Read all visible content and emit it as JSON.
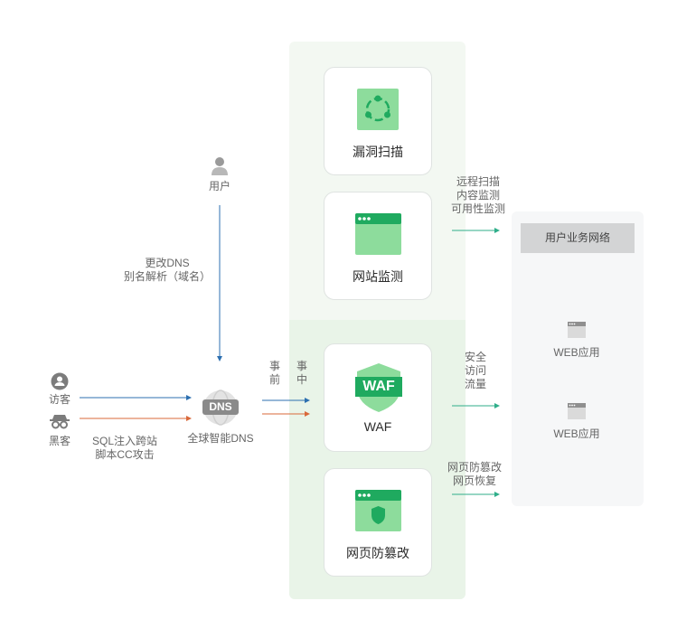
{
  "user": {
    "label": "用户"
  },
  "dns_change": {
    "line1": "更改DNS",
    "line2": "别名解析（域名）"
  },
  "visitor": {
    "label": "访客"
  },
  "hacker": {
    "label": "黑客"
  },
  "attack": {
    "line1": "SQL注入跨站",
    "line2": "脚本CC攻击"
  },
  "dns": {
    "badge": "DNS",
    "label": "全球智能DNS"
  },
  "phase": {
    "before": [
      "事",
      "前"
    ],
    "during": [
      "事",
      "中"
    ]
  },
  "cards": {
    "vuln_scan": "漏洞扫描",
    "site_monitor": "网站监测",
    "waf_badge": "WAF",
    "waf": "WAF",
    "tamper": "网页防篡改"
  },
  "notes": {
    "monitor": [
      "远程扫描",
      "内容监测",
      "可用性监测"
    ],
    "security": [
      "安全",
      "访问",
      "流量"
    ],
    "tamper": [
      "网页防篡改",
      "网页恢复"
    ]
  },
  "network": {
    "title": "用户业务网络",
    "app1": "WEB应用",
    "app2": "WEB应用"
  },
  "colors": {
    "green": "#1faa5f",
    "green_light": "#8ddc9c",
    "blue_arrow": "#2c6fb0",
    "orange_arrow": "#d9683a",
    "teal_arrow": "#2fae8a"
  }
}
